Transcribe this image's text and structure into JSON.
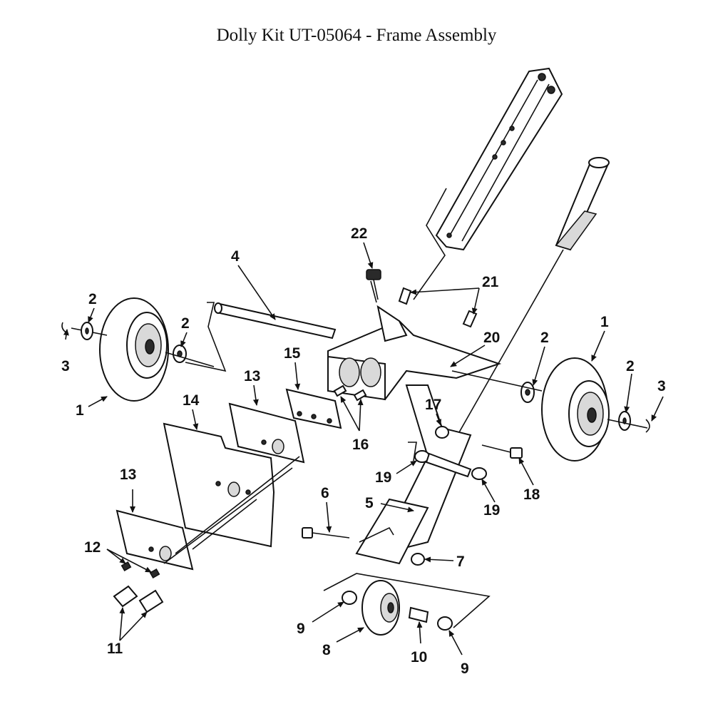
{
  "title": "Dolly Kit UT-05064 - Frame Assembly",
  "callouts": [
    {
      "id": "c-22",
      "label": "22"
    },
    {
      "id": "c-4",
      "label": "4"
    },
    {
      "id": "c-21",
      "label": "21"
    },
    {
      "id": "c-2a",
      "label": "2"
    },
    {
      "id": "c-2b",
      "label": "2"
    },
    {
      "id": "c-3a",
      "label": "3"
    },
    {
      "id": "c-1a",
      "label": "1"
    },
    {
      "id": "c-15",
      "label": "15"
    },
    {
      "id": "c-13a",
      "label": "13"
    },
    {
      "id": "c-14",
      "label": "14"
    },
    {
      "id": "c-16",
      "label": "16"
    },
    {
      "id": "c-20",
      "label": "20"
    },
    {
      "id": "c-2c",
      "label": "2"
    },
    {
      "id": "c-1b",
      "label": "1"
    },
    {
      "id": "c-2d",
      "label": "2"
    },
    {
      "id": "c-3b",
      "label": "3"
    },
    {
      "id": "c-17",
      "label": "17"
    },
    {
      "id": "c-19a",
      "label": "19"
    },
    {
      "id": "c-18",
      "label": "18"
    },
    {
      "id": "c-19b",
      "label": "19"
    },
    {
      "id": "c-13b",
      "label": "13"
    },
    {
      "id": "c-6",
      "label": "6"
    },
    {
      "id": "c-5",
      "label": "5"
    },
    {
      "id": "c-12",
      "label": "12"
    },
    {
      "id": "c-7",
      "label": "7"
    },
    {
      "id": "c-11",
      "label": "11"
    },
    {
      "id": "c-9a",
      "label": "9"
    },
    {
      "id": "c-8",
      "label": "8"
    },
    {
      "id": "c-10",
      "label": "10"
    },
    {
      "id": "c-9b",
      "label": "9"
    }
  ]
}
